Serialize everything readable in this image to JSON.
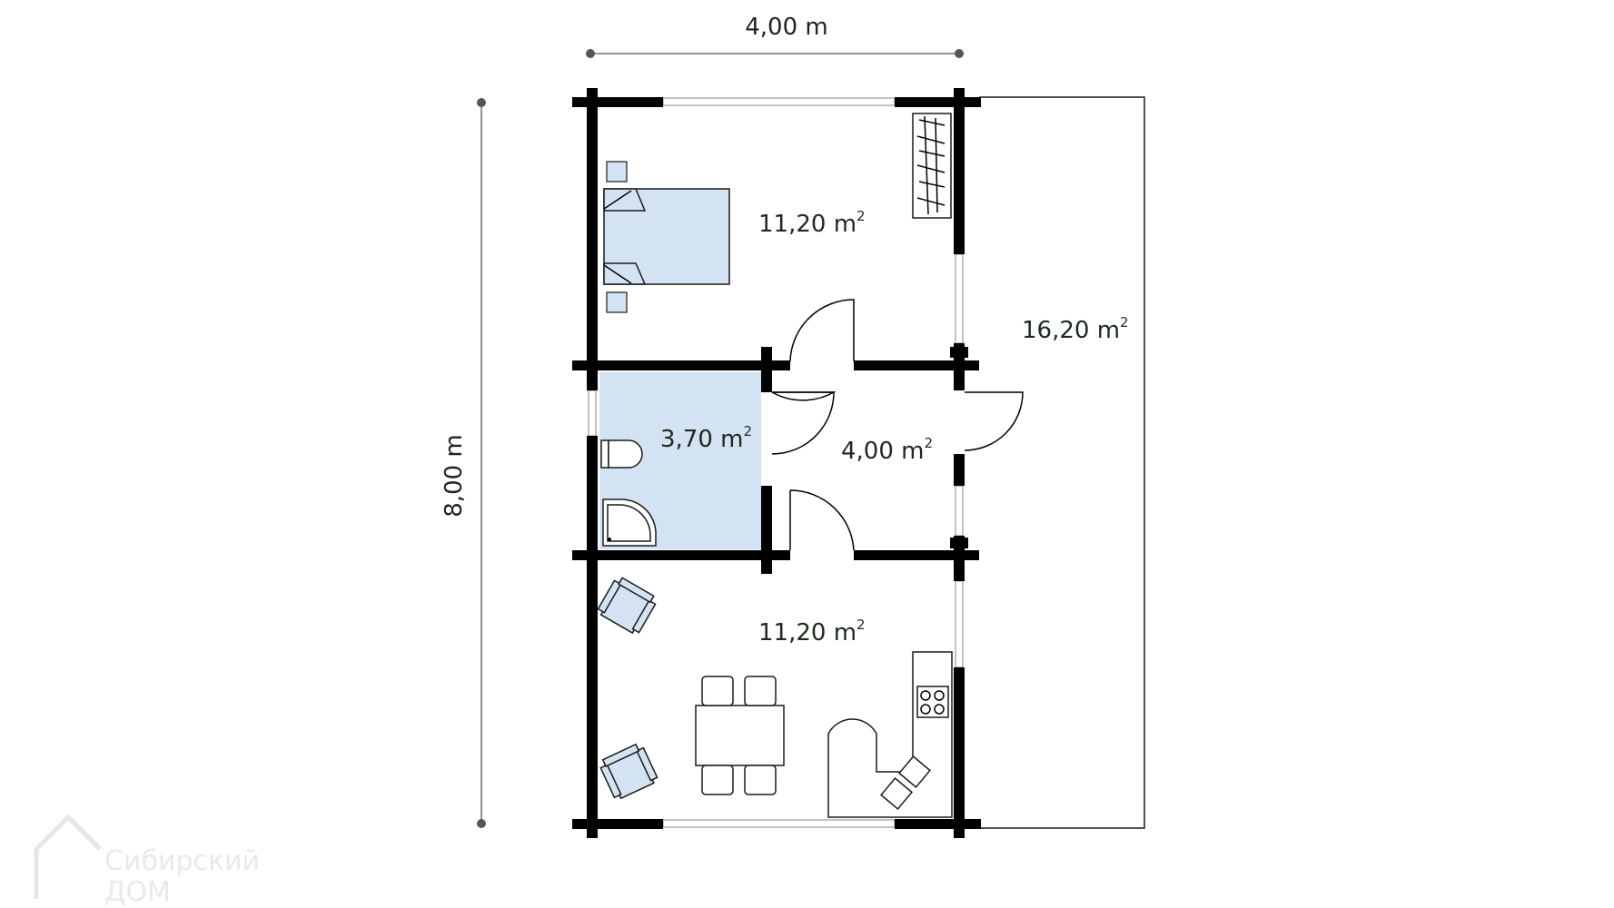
{
  "dimensions": {
    "width_label": "4,00 m",
    "height_label": "8,00 m"
  },
  "rooms": {
    "bedroom": {
      "area_value": "11,20 m",
      "area_sup": "2"
    },
    "bathroom": {
      "area_value": "3,70 m",
      "area_sup": "2"
    },
    "hall": {
      "area_value": "4,00 m",
      "area_sup": "2"
    },
    "kitchen": {
      "area_value": "11,20 m",
      "area_sup": "2"
    },
    "terrace": {
      "area_value": "16,20 m",
      "area_sup": "2"
    }
  },
  "logo": {
    "line1": "Сибирский",
    "line2": "ДОМ"
  },
  "colors": {
    "wall": "#000000",
    "room_fill": "#d4e3f4",
    "dimension_line": "#555555"
  }
}
